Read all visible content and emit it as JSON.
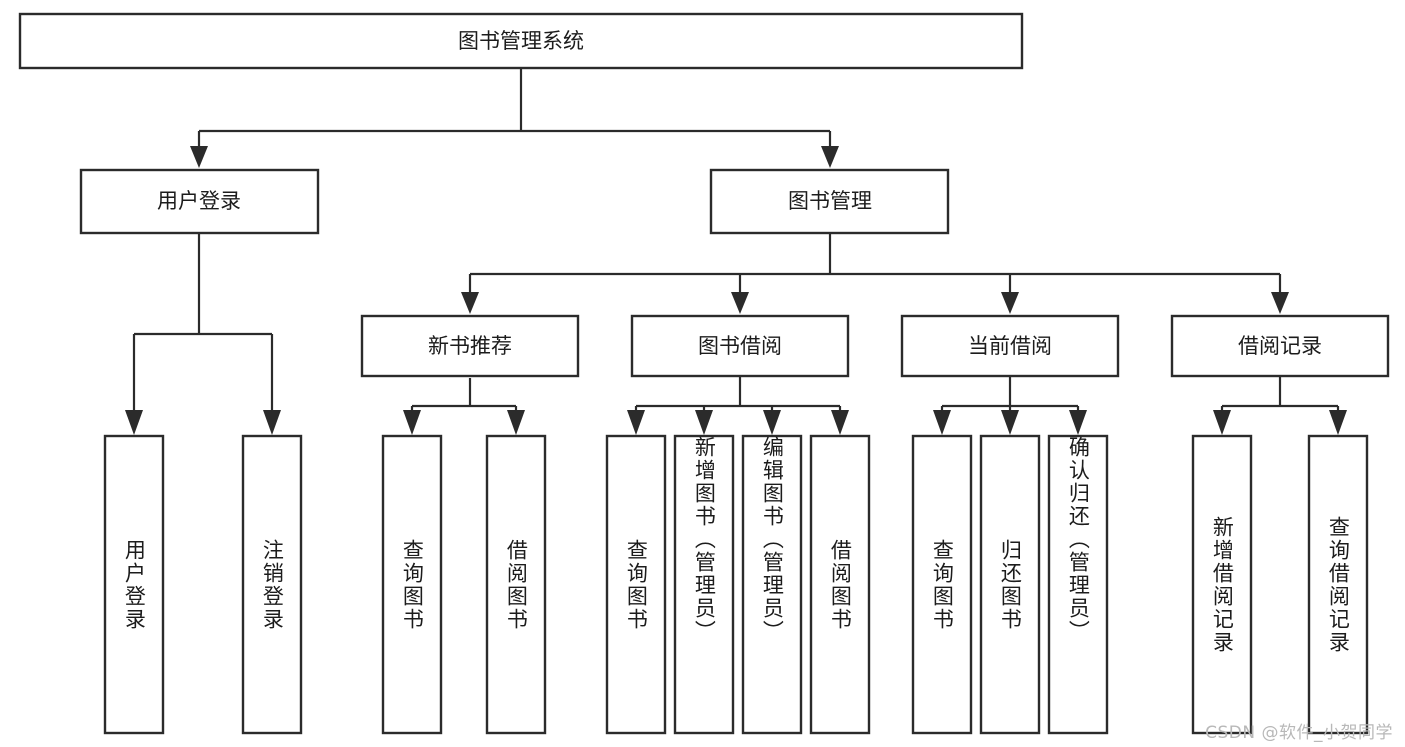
{
  "diagram": {
    "title": "图书管理系统",
    "type": "tree",
    "watermark": "CSDN @软件_小贺同学",
    "colors": {
      "box_stroke": "#2b2b2b",
      "box_fill": "#ffffff",
      "connector": "#2b2b2b",
      "text": "#1c1c1c",
      "watermark": "#b8b8b8",
      "background": "#ffffff"
    },
    "root": {
      "label": "图书管理系统"
    },
    "level2": [
      {
        "label": "用户登录"
      },
      {
        "label": "图书管理"
      }
    ],
    "level3": [
      {
        "label": "新书推荐"
      },
      {
        "label": "图书借阅"
      },
      {
        "label": "当前借阅"
      },
      {
        "label": "借阅记录"
      }
    ],
    "leaves": {
      "user_login": [
        {
          "label": "用户登录"
        },
        {
          "label": "注销登录"
        }
      ],
      "new_book_recommend": [
        {
          "label": "查询图书"
        },
        {
          "label": "借阅图书"
        }
      ],
      "book_borrow": [
        {
          "label": "查询图书"
        },
        {
          "label": "新增图书（管理员）"
        },
        {
          "label": "编辑图书（管理员）"
        },
        {
          "label": "借阅图书"
        }
      ],
      "current_borrow": [
        {
          "label": "查询图书"
        },
        {
          "label": "归还图书"
        },
        {
          "label": "确认归还（管理员）"
        }
      ],
      "borrow_records": [
        {
          "label": "新增借阅记录"
        },
        {
          "label": "查询借阅记录"
        }
      ]
    }
  }
}
